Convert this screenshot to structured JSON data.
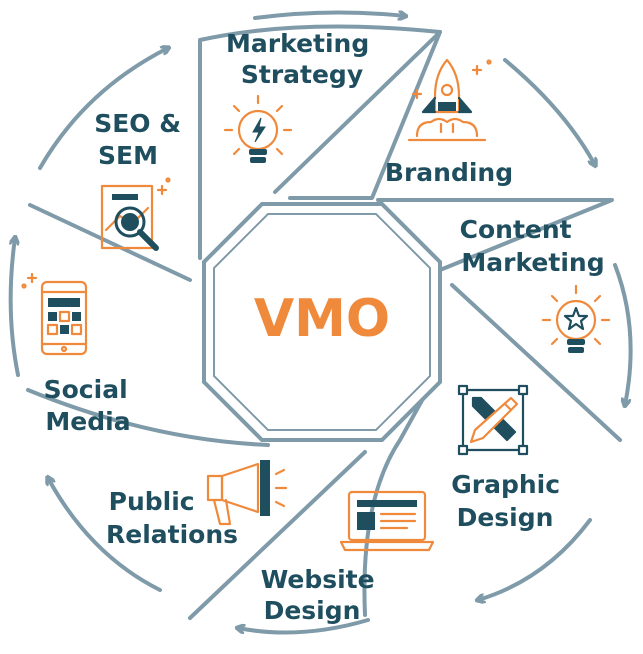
{
  "center": {
    "label": "VMO"
  },
  "segments": [
    {
      "id": "marketing-strategy",
      "lines": [
        "Marketing",
        "Strategy"
      ],
      "icon": "lightbulb-lightning-icon"
    },
    {
      "id": "branding",
      "lines": [
        "Branding"
      ],
      "icon": "rocket-icon"
    },
    {
      "id": "content-marketing",
      "lines": [
        "Content",
        "Marketing"
      ],
      "icon": "lightbulb-star-icon"
    },
    {
      "id": "graphic-design",
      "lines": [
        "Graphic",
        "Design"
      ],
      "icon": "pencil-brush-icon"
    },
    {
      "id": "website-design",
      "lines": [
        "Website",
        "Design"
      ],
      "icon": "laptop-icon"
    },
    {
      "id": "public-relations",
      "lines": [
        "Public",
        "Relations"
      ],
      "icon": "megaphone-icon"
    },
    {
      "id": "social-media",
      "lines": [
        "Social",
        "Media"
      ],
      "icon": "smartphone-icon"
    },
    {
      "id": "seo-sem",
      "lines": [
        "SEO &",
        "SEM"
      ],
      "icon": "magnifier-chart-icon"
    }
  ],
  "colors": {
    "text": "#1f4e5f",
    "accent": "#ef8a3c",
    "outline": "#7f9aa8",
    "icon_dark": "#1f4e5f"
  }
}
